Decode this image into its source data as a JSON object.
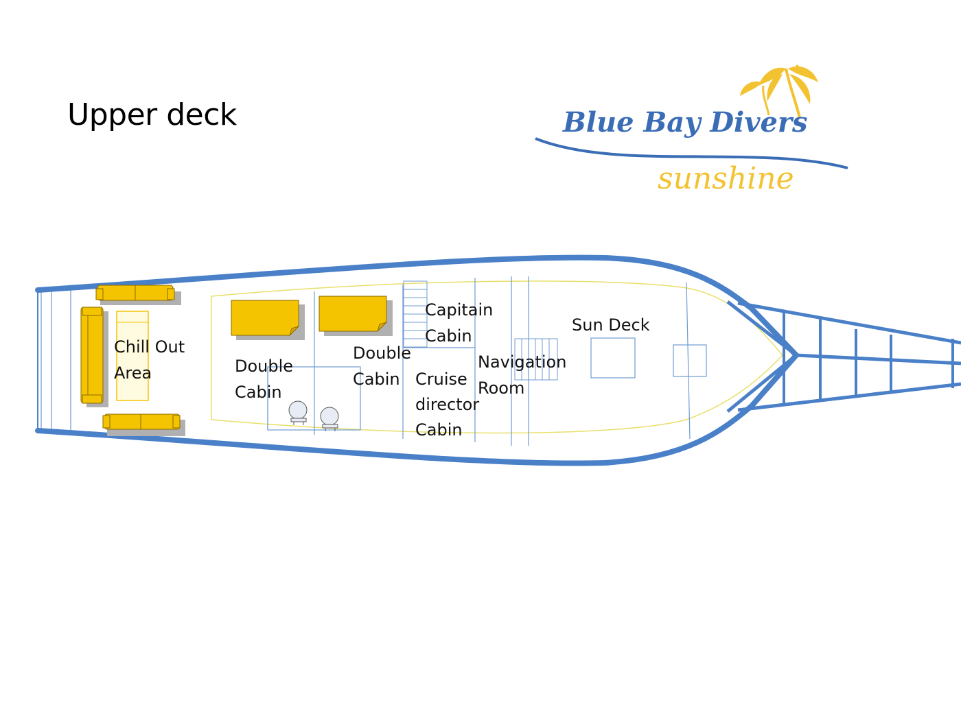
{
  "title": "Upper deck",
  "logo": {
    "name": "Blue Bay Divers",
    "tagline": "sunshine",
    "colors": {
      "primary": "#3a6db5",
      "accent": "#f2c230"
    }
  },
  "rooms": [
    {
      "id": "chill",
      "lines": [
        "Chill Out",
        "Area"
      ]
    },
    {
      "id": "double1",
      "lines": [
        "Double",
        "Cabin"
      ]
    },
    {
      "id": "double2",
      "lines": [
        "Double",
        "Cabin"
      ]
    },
    {
      "id": "capitain",
      "lines": [
        "Capitain",
        "Cabin"
      ]
    },
    {
      "id": "cruise",
      "lines": [
        "Cruise",
        "director",
        "Cabin"
      ]
    },
    {
      "id": "navigation",
      "lines": [
        "Navigation",
        "Room"
      ]
    },
    {
      "id": "sundeck",
      "lines": [
        "Sun Deck"
      ]
    }
  ],
  "colors": {
    "hull": "#4a80c8",
    "wall": "#6f9bd3",
    "furniture": "#f5c400",
    "furniture_outline": "#8a6a00",
    "shadow": "#b0b0b0",
    "deck_edge": "#e8df6a"
  }
}
